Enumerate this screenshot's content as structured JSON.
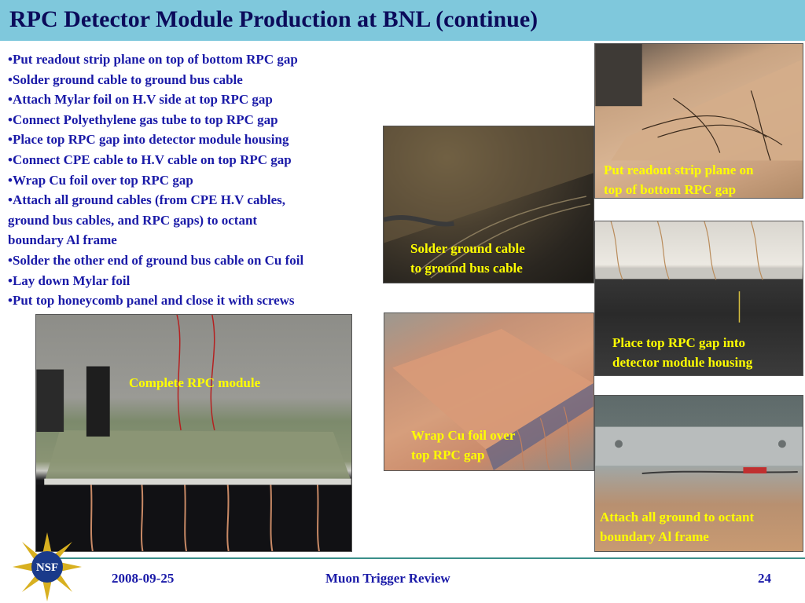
{
  "slide": {
    "title": "RPC Detector Module Production at BNL (continue)",
    "bullets": [
      "•Put readout strip plane on top of bottom RPC gap",
      "•Solder ground cable to ground bus cable",
      "•Attach Mylar foil on H.V side at top RPC gap",
      "•Connect Polyethylene gas tube to top RPC gap",
      "•Place top RPC gap into detector module housing",
      "•Connect CPE cable to H.V cable on top RPC gap",
      "•Wrap Cu foil over top RPC gap",
      "•Attach all ground cables (from CPE H.V cables,",
      "ground bus cables, and RPC gaps) to octant",
      "boundary Al frame",
      "•Solder the other end of ground bus cable on Cu foil",
      "•Lay down Mylar foil",
      "•Put top honeycomb panel and close it with screws"
    ]
  },
  "photos": {
    "complete": {
      "caption": "Complete RPC module"
    },
    "solder": {
      "caption_line1": "Solder ground cable",
      "caption_line2": "to ground bus cable"
    },
    "strip": {
      "caption_line1": "Put readout strip plane on",
      "caption_line2": "top of bottom RPC gap"
    },
    "place": {
      "caption_line1": "Place top RPC gap into",
      "caption_line2": "detector module housing"
    },
    "wrap": {
      "caption_line1": "Wrap Cu foil over",
      "caption_line2": "top RPC gap"
    },
    "ground": {
      "caption_line1": "Attach all ground to octant",
      "caption_line2": "boundary Al frame"
    }
  },
  "footer": {
    "date": "2008-09-25",
    "center": "Muon Trigger Review",
    "page": "24",
    "logo_text": "NSF"
  },
  "colors": {
    "title_bar": "#7fc8dc",
    "title_text": "#0b0b5a",
    "body_text": "#1a1aa8",
    "caption_text": "#ffff00"
  }
}
